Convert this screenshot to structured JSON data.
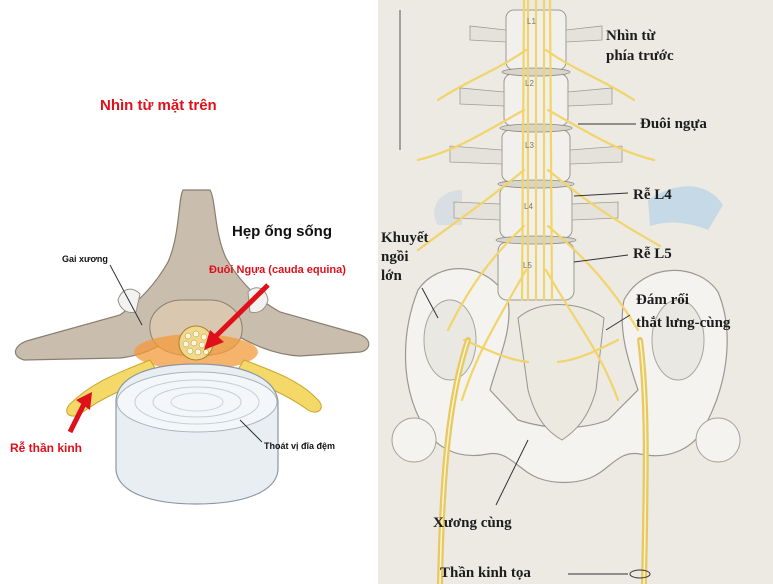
{
  "left": {
    "title": "Nhìn từ mặt trên",
    "stenosis_label": "Hẹp ống sống",
    "bone_spur_label": "Gai xương",
    "cauda_equina_label": "Đuôi Ngựa (cauda equina)",
    "nerve_root_label": "Rễ thần kinh",
    "herniation_label": "Thoát vị đĩa đệm"
  },
  "right": {
    "view_label_1": "Nhìn từ",
    "view_label_2": "phía trước",
    "cauda_equina_label": "Đuôi ngựa",
    "root_l4_label": "Rễ L4",
    "root_l5_label": "Rễ L5",
    "sciatic_notch_label_1": "Khuyết",
    "sciatic_notch_label_2": "ngồi",
    "sciatic_notch_label_3": "lớn",
    "plexus_label_1": "Đám rối",
    "plexus_label_2": "thắt lưng-cùng",
    "sacrum_label": "Xương cùng",
    "sciatic_nerve_label": "Thần kinh tọa",
    "levels": [
      "L1",
      "L2",
      "L3",
      "L4",
      "L5"
    ]
  },
  "colors": {
    "accent_red": "#e0101a",
    "nerve_yellow": "#f3d86a",
    "bone": "#c8beb0",
    "disc": "#e8eef2"
  }
}
